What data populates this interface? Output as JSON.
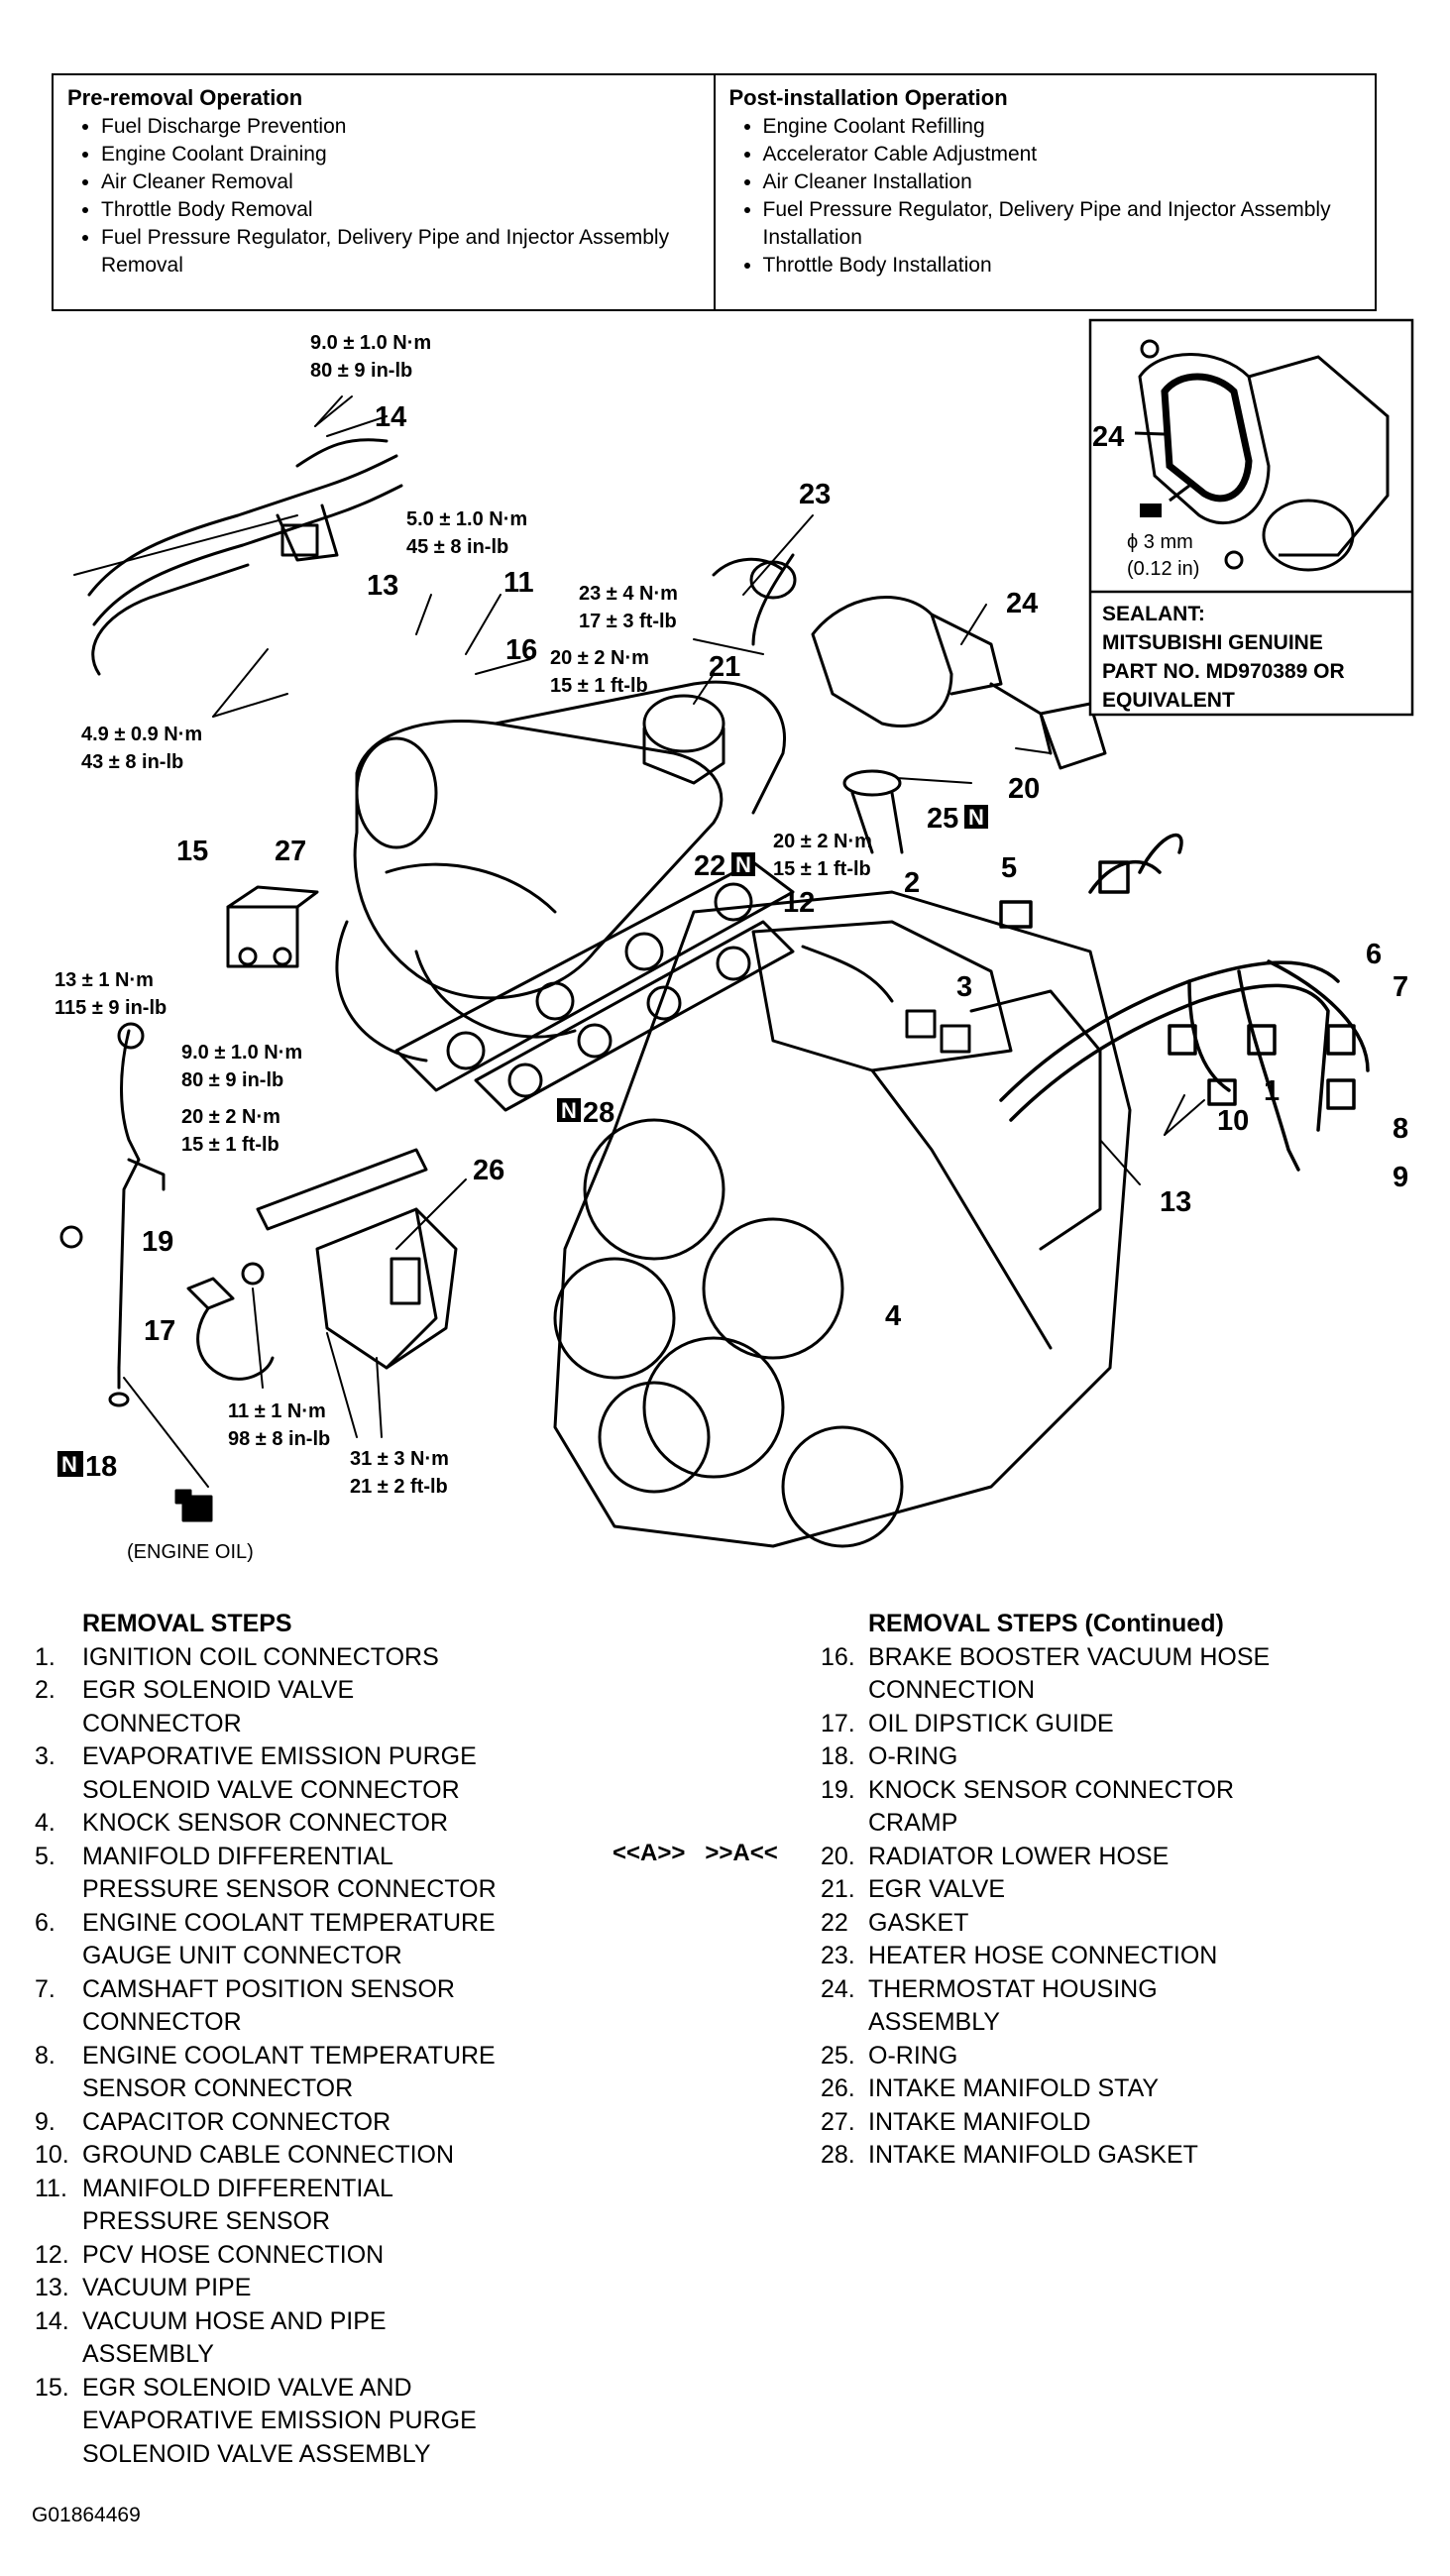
{
  "pre_removal": {
    "title": "Pre-removal Operation",
    "items": [
      "Fuel Discharge Prevention",
      "Engine Coolant Draining",
      "Air Cleaner Removal",
      "Throttle Body Removal",
      "Fuel Pressure Regulator, Delivery Pipe and Injector Assembly Removal"
    ]
  },
  "post_installation": {
    "title": "Post-installation Operation",
    "items": [
      "Engine Coolant Refilling",
      "Accelerator Cable Adjustment",
      "Air Cleaner Installation",
      "Fuel Pressure Regulator, Delivery Pipe and Injector Assembly Installation",
      "Throttle Body Installation"
    ]
  },
  "diagram": {
    "part_numbers": [
      "14",
      "13",
      "11",
      "16",
      "23",
      "24",
      "21",
      "20",
      "25",
      "22",
      "15",
      "27",
      "12",
      "2",
      "5",
      "3",
      "6",
      "7",
      "1",
      "10",
      "8",
      "9",
      "28",
      "26",
      "19",
      "17",
      "4",
      "18",
      "24"
    ],
    "torque": {
      "t1a": "9.0 ± 1.0 N·m",
      "t1b": "80 ± 9 in-lb",
      "t2a": "5.0 ± 1.0 N·m",
      "t2b": "45 ± 8 in-lb",
      "t3a": "23 ± 4 N·m",
      "t3b": "17 ± 3 ft-lb",
      "t4a": "20 ± 2 N·m",
      "t4b": "15 ± 1 ft-lb",
      "t5a": "4.9 ± 0.9 N·m",
      "t5b": "43 ± 8 in-lb",
      "t6a": "20 ± 2 N·m",
      "t6b": "15 ± 1 ft-lb",
      "t7a": "13 ± 1 N·m",
      "t7b": "115 ± 9 in-lb",
      "t8a": "9.0 ± 1.0 N·m",
      "t8b": "80 ± 9 in-lb",
      "t9a": "20 ± 2 N·m",
      "t9b": "15 ± 1 ft-lb",
      "t10a": "11 ± 1 N·m",
      "t10b": "98 ± 8 in-lb",
      "t11a": "31 ± 3 N·m",
      "t11b": "21 ± 2 ft-lb"
    },
    "sealant": {
      "dia_a": "ϕ 3 mm",
      "dia_b": "(0.12 in)",
      "l1": "SEALANT:",
      "l2": "MITSUBISHI GENUINE",
      "l3": "PART NO. MD970389 OR",
      "l4": "EQUIVALENT"
    },
    "n_marker": "N",
    "engine_oil": "(ENGINE OIL)"
  },
  "removal_steps": {
    "title": "REMOVAL STEPS",
    "items": [
      {
        "n": "1.",
        "text": "IGNITION COIL CONNECTORS"
      },
      {
        "n": "2.",
        "text": "EGR SOLENOID VALVE\nCONNECTOR"
      },
      {
        "n": "3.",
        "text": "EVAPORATIVE EMISSION PURGE\nSOLENOID VALVE CONNECTOR"
      },
      {
        "n": "4.",
        "text": "KNOCK SENSOR CONNECTOR"
      },
      {
        "n": "5.",
        "text": "MANIFOLD DIFFERENTIAL\nPRESSURE SENSOR CONNECTOR"
      },
      {
        "n": "6.",
        "text": "ENGINE COOLANT TEMPERATURE\nGAUGE UNIT CONNECTOR"
      },
      {
        "n": "7.",
        "text": "CAMSHAFT POSITION SENSOR\nCONNECTOR"
      },
      {
        "n": "8.",
        "text": "ENGINE COOLANT TEMPERATURE\nSENSOR CONNECTOR"
      },
      {
        "n": "9.",
        "text": "CAPACITOR CONNECTOR"
      },
      {
        "n": "10.",
        "text": "GROUND CABLE CONNECTION"
      },
      {
        "n": "11.",
        "text": "MANIFOLD DIFFERENTIAL\nPRESSURE SENSOR"
      },
      {
        "n": "12.",
        "text": "PCV HOSE CONNECTION"
      },
      {
        "n": "13.",
        "text": "VACUUM PIPE"
      },
      {
        "n": "14.",
        "text": "VACUUM HOSE AND PIPE\nASSEMBLY"
      },
      {
        "n": "15.",
        "text": "EGR SOLENOID VALVE AND\nEVAPORATIVE EMISSION PURGE\nSOLENOID VALVE ASSEMBLY"
      }
    ]
  },
  "removal_steps_continued": {
    "title": "REMOVAL STEPS (Continued)",
    "items": [
      {
        "n": "16.",
        "text": "BRAKE BOOSTER VACUUM HOSE\nCONNECTION"
      },
      {
        "n": "17.",
        "text": "OIL DIPSTICK GUIDE"
      },
      {
        "n": "18.",
        "text": "O-RING"
      },
      {
        "n": "19.",
        "text": "KNOCK SENSOR CONNECTOR\nCRAMP"
      },
      {
        "n": "20.",
        "text": "RADIATOR LOWER HOSE"
      },
      {
        "n": "21.",
        "text": "EGR VALVE"
      },
      {
        "n": "22",
        "text": "GASKET"
      },
      {
        "n": "23.",
        "text": "HEATER HOSE CONNECTION"
      },
      {
        "n": "24.",
        "text": "THERMOSTAT HOUSING\nASSEMBLY"
      },
      {
        "n": "25.",
        "text": "O-RING"
      },
      {
        "n": "26.",
        "text": "INTAKE MANIFOLD STAY"
      },
      {
        "n": "27.",
        "text": "INTAKE MANIFOLD"
      },
      {
        "n": "28.",
        "text": "INTAKE MANIFOLD GASKET"
      }
    ]
  },
  "step20_markers": "<<A>>   >>A<<",
  "figure_id": "G01864469"
}
